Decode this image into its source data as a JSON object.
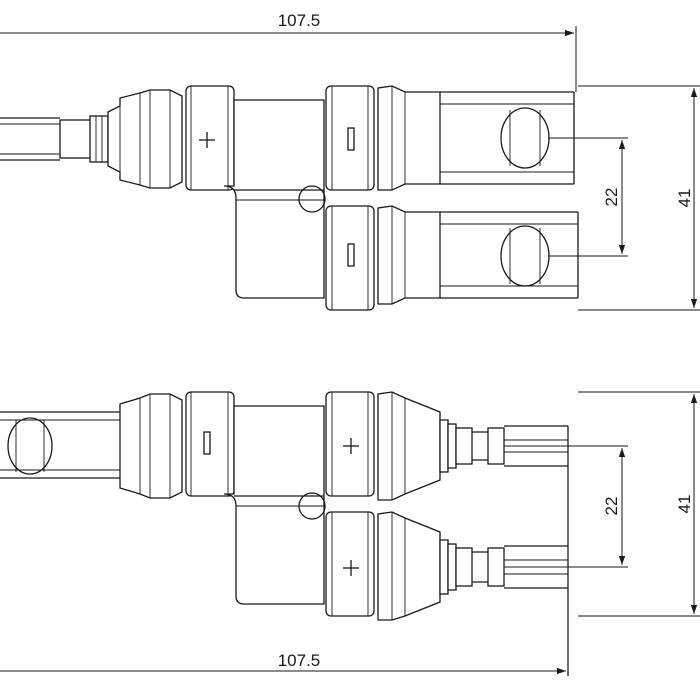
{
  "dimensions": {
    "top_overall_length": "107.5",
    "top_pitch": "22",
    "top_overall_height": "41",
    "bottom_overall_length": "107.5",
    "bottom_pitch": "22",
    "bottom_overall_height": "41"
  },
  "polarity_marks": {
    "top_input": "+",
    "top_outputs": "−",
    "bottom_input": "−",
    "bottom_outputs": "+"
  }
}
